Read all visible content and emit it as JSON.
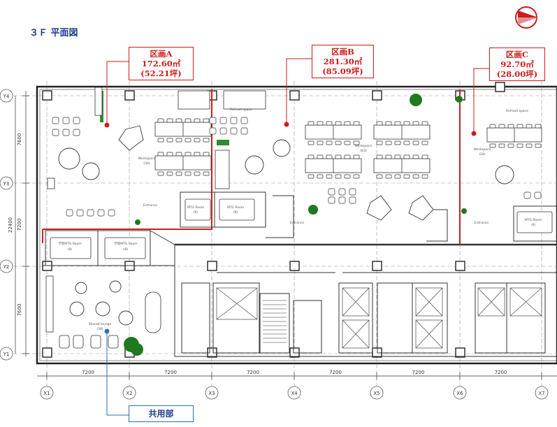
{
  "title": "３Ｆ 平面図",
  "zones": [
    {
      "name": "区画A",
      "area_m2": "172.60㎡",
      "area_tsubo": "(52.21坪)"
    },
    {
      "name": "区画B",
      "area_m2": "281.30㎡",
      "area_tsubo": "(85.09坪)"
    },
    {
      "name": "区画C",
      "area_m2": "92.70㎡",
      "area_tsubo": "(28.00坪)"
    }
  ],
  "common_area": "共用部",
  "grid_columns": [
    "X1",
    "X2",
    "X3",
    "X4",
    "X5",
    "X6",
    "X7"
  ],
  "grid_rows": [
    "Y4",
    "Y3",
    "Y2",
    "Y1"
  ],
  "column_spacings": [
    "7200",
    "7200",
    "7200",
    "7200",
    "7200",
    "7200"
  ],
  "row_spacings": [
    "7600",
    "7200",
    "7600"
  ],
  "row_total": "22400",
  "colors": {
    "zone_border": "#c81e1e",
    "callout_blue": "#2f6fb3",
    "title": "#1f3e8c",
    "plant": "#2e8b2e"
  }
}
